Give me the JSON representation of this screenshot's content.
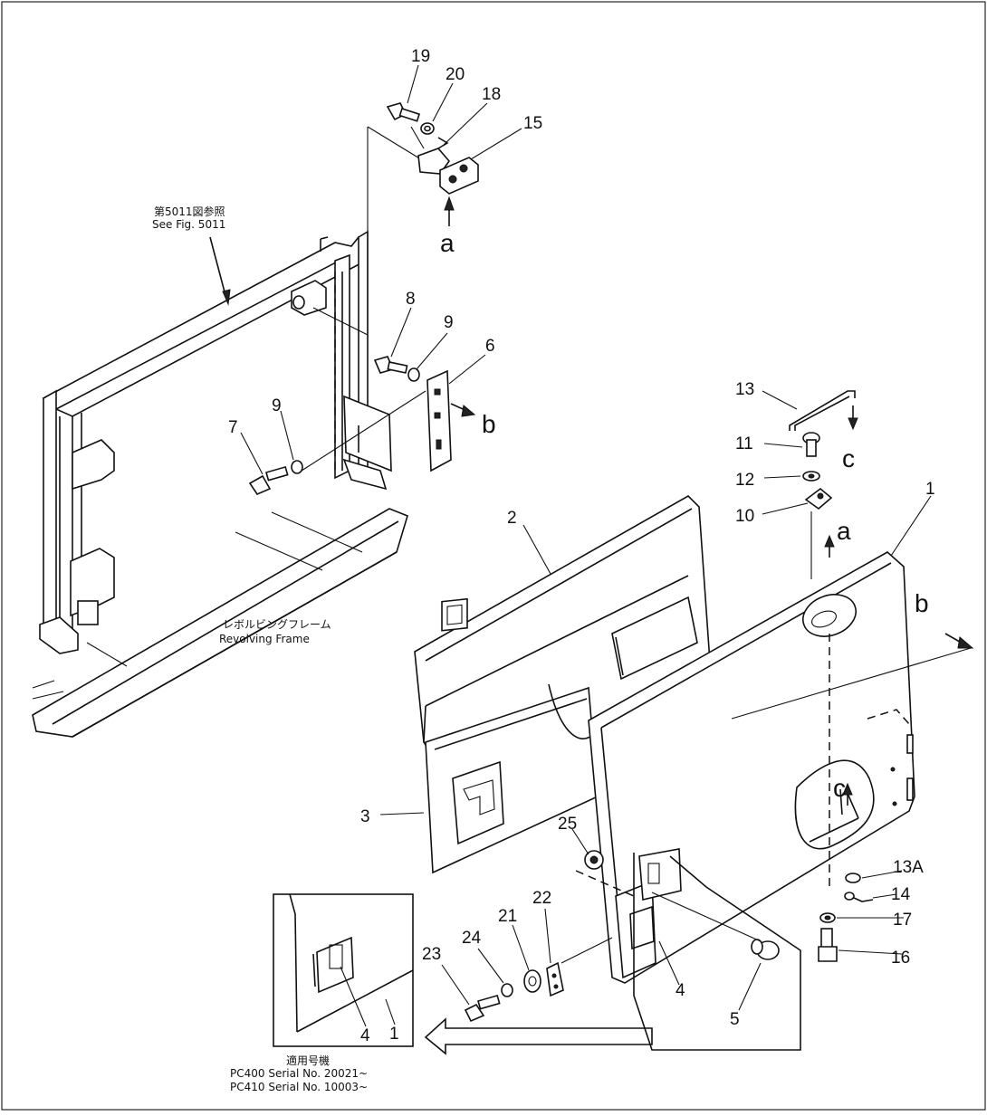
{
  "diagram": {
    "part_numbers": {
      "p1": "1",
      "p1b": "1",
      "p2": "2",
      "p3": "3",
      "p4": "4",
      "p4b": "4",
      "p5": "5",
      "p6": "6",
      "p7": "7",
      "p8": "8",
      "p9a": "9",
      "p9b": "9",
      "p10": "10",
      "p11": "11",
      "p12": "12",
      "p13": "13",
      "p13a": "13A",
      "p14": "14",
      "p15": "15",
      "p16": "16",
      "p17": "17",
      "p18": "18",
      "p19": "19",
      "p20": "20",
      "p21": "21",
      "p22": "22",
      "p23": "23",
      "p24": "24",
      "p25": "25"
    },
    "refs": {
      "a1": "a",
      "a2": "a",
      "b1": "b",
      "b2": "b",
      "c1": "c",
      "c2": "c"
    },
    "notes": {
      "see_fig_jp": "第5011図参照",
      "see_fig_en": "See Fig. 5011",
      "frame_jp": "レボルビングフレーム",
      "frame_en": "Revolving Frame",
      "serial_jp": "適用号機",
      "serial_1": "PC400  Serial  No.  20021~",
      "serial_2": "PC410  Serial  No.  10003~"
    }
  }
}
